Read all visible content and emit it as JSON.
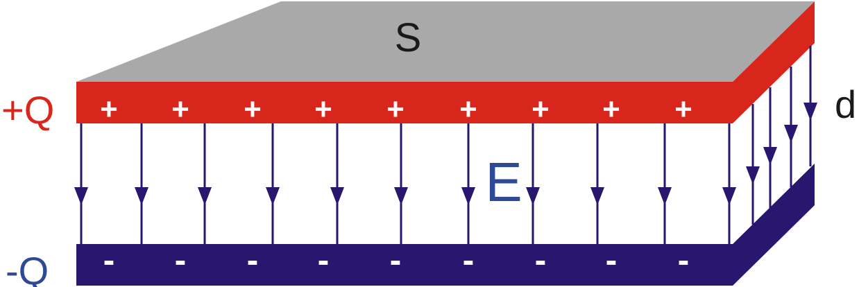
{
  "labels": {
    "area": "S",
    "top_charge": "+Q",
    "bottom_charge": "-Q",
    "field": "E",
    "distance": "d"
  },
  "top_plate": {
    "sign": "+",
    "count": 9
  },
  "bottom_plate": {
    "sign": "-",
    "count": 9
  },
  "colors": {
    "top_surface": "#a9a9a9",
    "positive_plate": "#d9261c",
    "negative_plate": "#28166f",
    "field_line": "#28166f",
    "field_label": "#2e4a94",
    "top_charge_label": "#d9261c",
    "bottom_charge_label": "#2e4a94",
    "text_dark": "#1a1a1a"
  }
}
